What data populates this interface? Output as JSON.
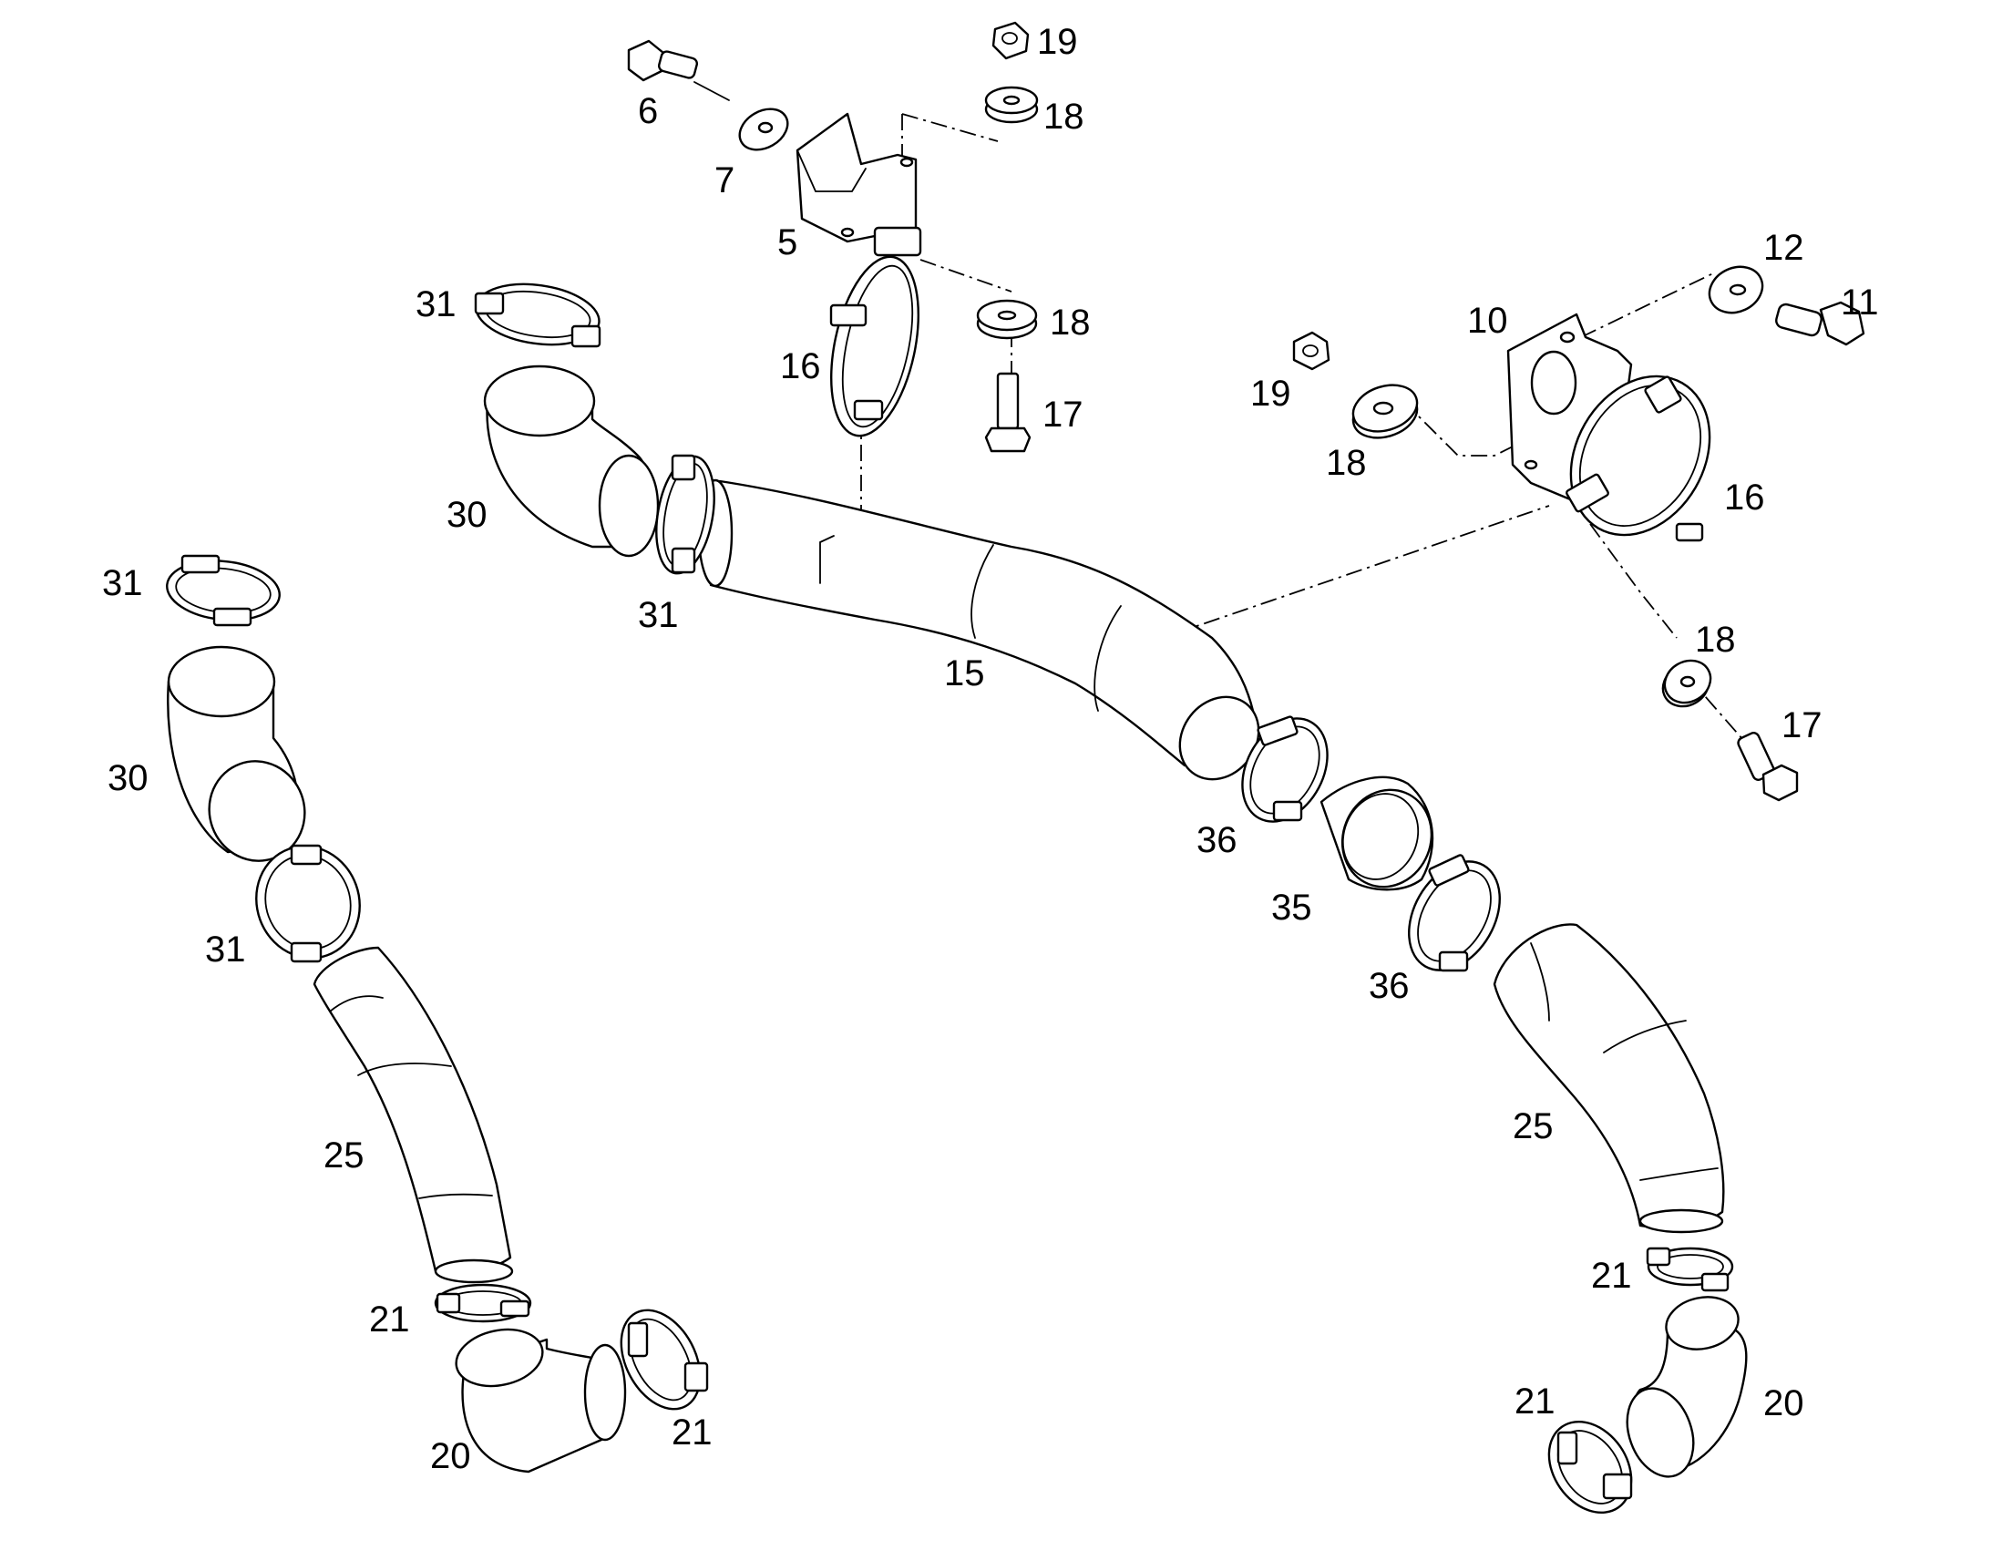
{
  "callouts": [
    {
      "id": "c6",
      "text": "6"
    },
    {
      "id": "c7",
      "text": "7"
    },
    {
      "id": "c5",
      "text": "5"
    },
    {
      "id": "c19a",
      "text": "19"
    },
    {
      "id": "c18a",
      "text": "18"
    },
    {
      "id": "c18b",
      "text": "18"
    },
    {
      "id": "c17a",
      "text": "17"
    },
    {
      "id": "c16a",
      "text": "16"
    },
    {
      "id": "c31a",
      "text": "31"
    },
    {
      "id": "c30a",
      "text": "30"
    },
    {
      "id": "c31b",
      "text": "31"
    },
    {
      "id": "c15",
      "text": "15"
    },
    {
      "id": "c31c",
      "text": "31"
    },
    {
      "id": "c30b",
      "text": "30"
    },
    {
      "id": "c31d",
      "text": "31"
    },
    {
      "id": "c25a",
      "text": "25"
    },
    {
      "id": "c21a",
      "text": "21"
    },
    {
      "id": "c20a",
      "text": "20"
    },
    {
      "id": "c21b",
      "text": "21"
    },
    {
      "id": "c36a",
      "text": "36"
    },
    {
      "id": "c35",
      "text": "35"
    },
    {
      "id": "c36b",
      "text": "36"
    },
    {
      "id": "c25b",
      "text": "25"
    },
    {
      "id": "c21c",
      "text": "21"
    },
    {
      "id": "c21d",
      "text": "21"
    },
    {
      "id": "c20b",
      "text": "20"
    },
    {
      "id": "c10",
      "text": "10"
    },
    {
      "id": "c12",
      "text": "12"
    },
    {
      "id": "c11",
      "text": "11"
    },
    {
      "id": "c19b",
      "text": "19"
    },
    {
      "id": "c18c",
      "text": "18"
    },
    {
      "id": "c16b",
      "text": "16"
    },
    {
      "id": "c18d",
      "text": "18"
    },
    {
      "id": "c17b",
      "text": "17"
    }
  ]
}
